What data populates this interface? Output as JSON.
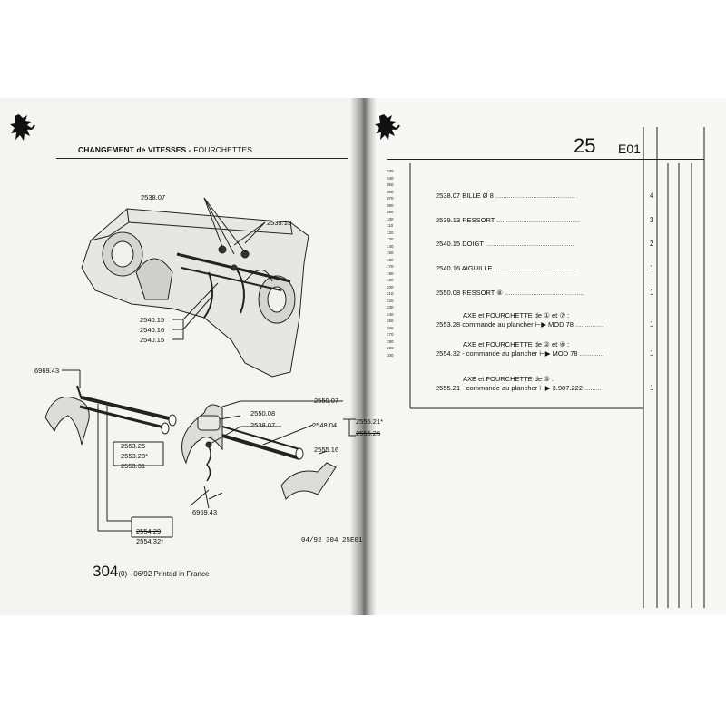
{
  "left_page": {
    "title_bold": "CHANGEMENT de VITESSES -",
    "title_rest": "FOURCHETTES",
    "footer_number": "304",
    "footer_suffix": "(0) - 06/92 Printed in France",
    "footnote": "04/92  304  25E01",
    "callouts": [
      "2538.07",
      "2539.13",
      "2540.15",
      "2540.16",
      "2540.15",
      "6969.43",
      "2550.07",
      "2550.08",
      "2538.07",
      "2548.04",
      "2555.21*",
      "2555.25",
      "2555.16",
      "2553.25",
      "2553.28*",
      "2553.31",
      "6969.43",
      "2554.29",
      "2554.32*"
    ]
  },
  "right_page": {
    "page_number": "25",
    "page_code": "E01",
    "line_numbers": [
      "030",
      "040",
      "050",
      "060",
      "070",
      "080",
      "090",
      "100",
      "110",
      "120",
      "130",
      "140",
      "150",
      "160",
      "170",
      "180",
      "190",
      "200",
      "210",
      "220",
      "230",
      "240",
      "250",
      "260",
      "270",
      "280",
      "290",
      "300"
    ],
    "entries": [
      {
        "heading": "",
        "ref": "2538.07",
        "desc": "BILLE Ø 8",
        "qty": "4"
      },
      {
        "heading": "",
        "ref": "2539.13",
        "desc": "RESSORT",
        "qty": "3"
      },
      {
        "heading": "",
        "ref": "2540.15",
        "desc": "DOIGT",
        "qty": "2"
      },
      {
        "heading": "",
        "ref": "2540.16",
        "desc": "AIGUILLE",
        "qty": "1"
      },
      {
        "heading": "",
        "ref": "2550.08",
        "desc": "RESSORT ⑧",
        "qty": "1"
      },
      {
        "heading": "AXE et FOURCHETTE de ① et ⑦ :",
        "ref": "2553.28",
        "desc": "commande au plancher ⊢▶ MOD 78",
        "qty": "1"
      },
      {
        "heading": "AXE et FOURCHETTE de ② et ④ :",
        "ref": "2554.32",
        "desc": "- commande au plancher ⊢▶ MOD 78",
        "qty": "1"
      },
      {
        "heading": "AXE et FOURCHETTE de ⑤ :",
        "ref": "2555.21",
        "desc": "- commande au plancher ⊢▶ 3.987.222",
        "qty": "1"
      }
    ]
  }
}
